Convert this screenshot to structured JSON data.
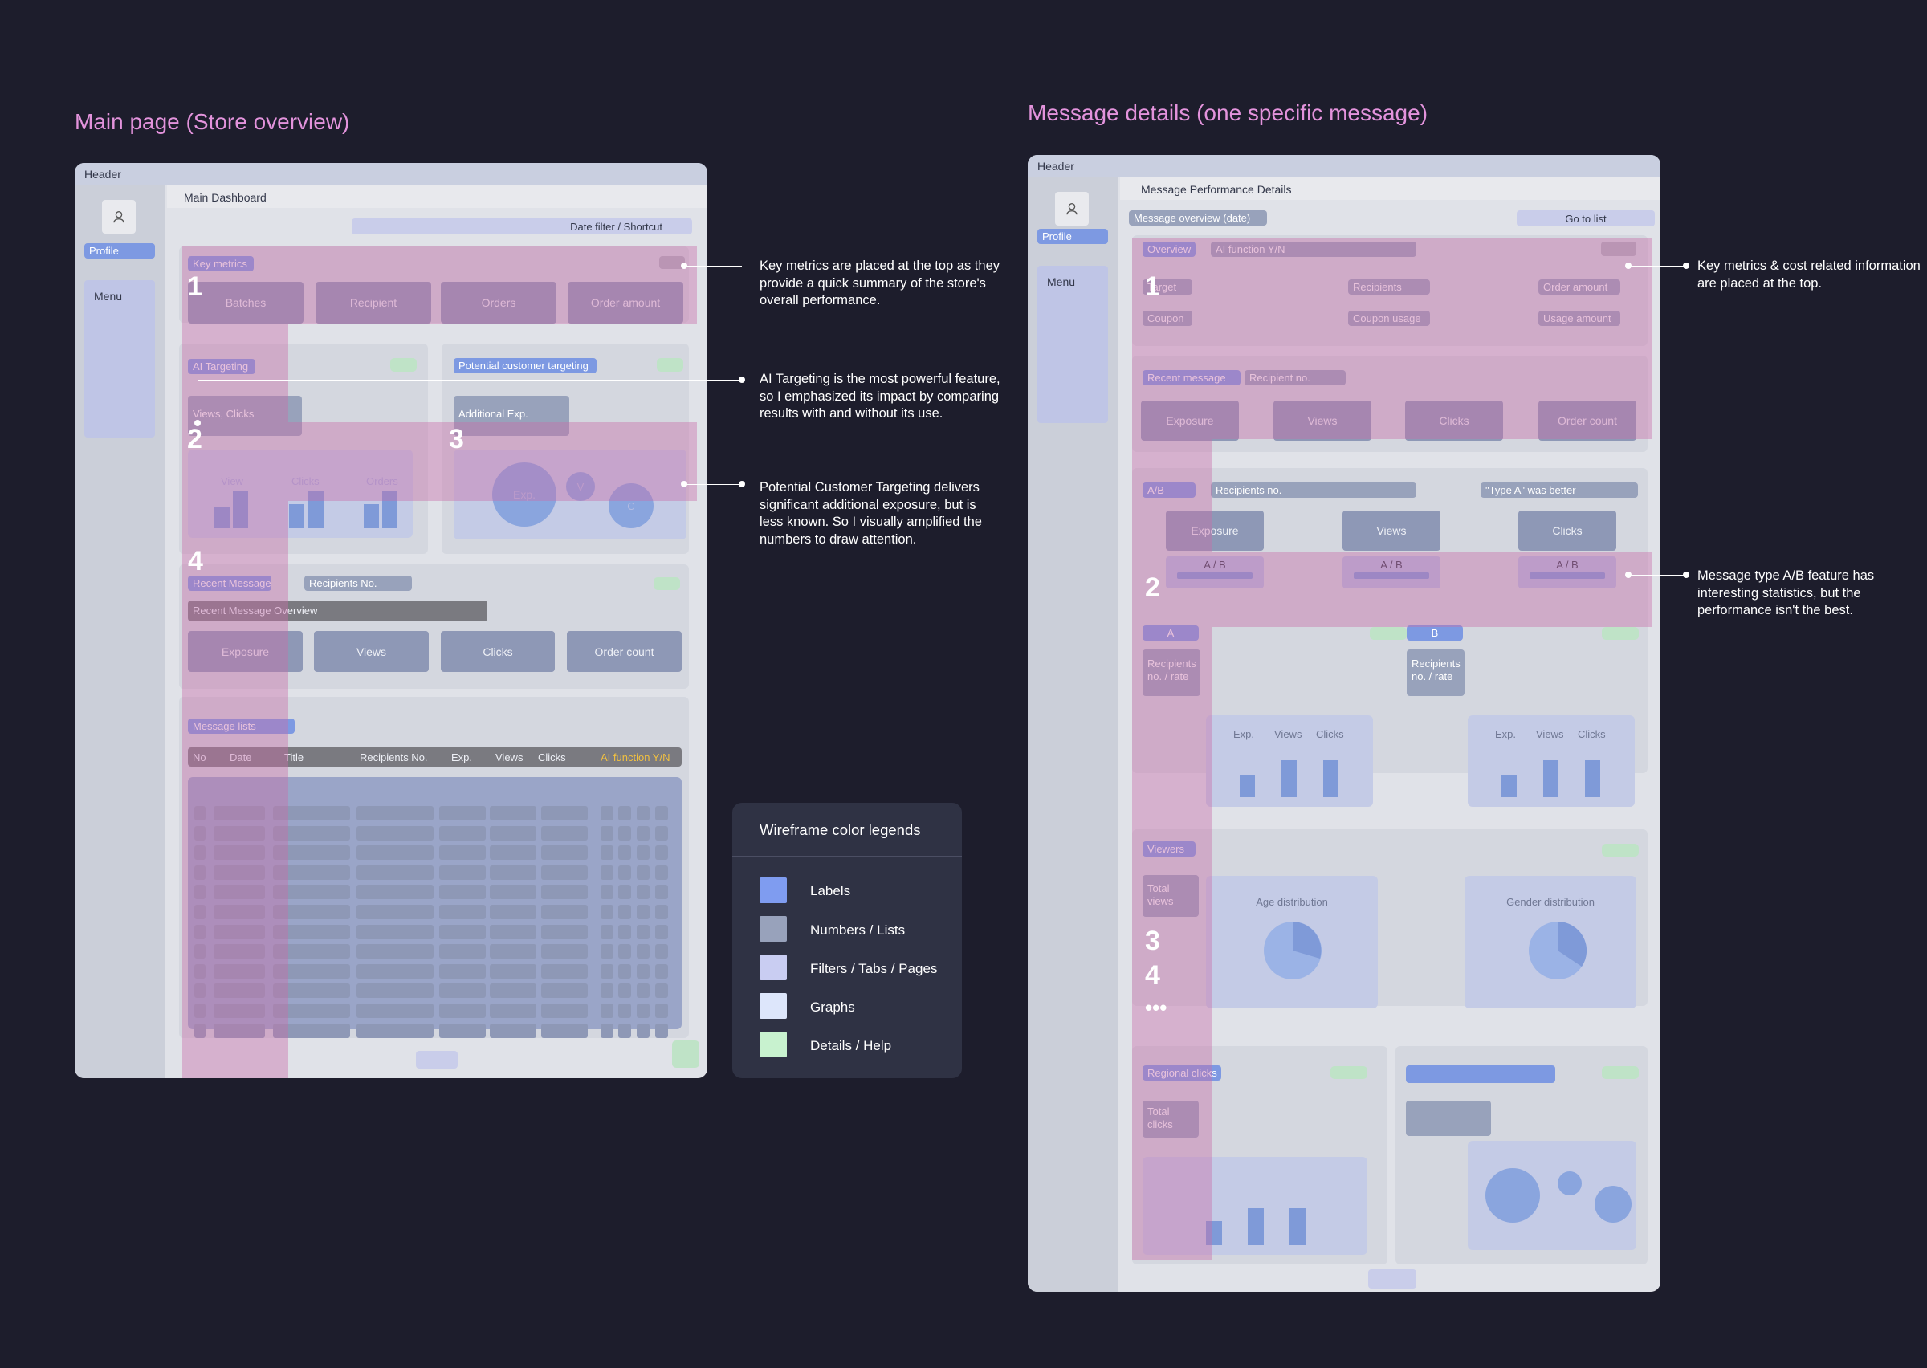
{
  "titles": {
    "main": "Main page (Store overview)",
    "detail": "Message details (one specific message)"
  },
  "main_page": {
    "header": "Header",
    "profile": "Profile",
    "menu": "Menu",
    "breadcrumb": "Main Dashboard",
    "date_filter": "Date filter / Shortcut",
    "key_metrics": {
      "label": "Key metrics",
      "items": [
        "Batches",
        "Recipient",
        "Orders",
        "Order amount"
      ]
    },
    "ai_targeting": {
      "label": "AI Targeting",
      "views_clicks": "Views, Clicks",
      "chart_labels": [
        "View",
        "Clicks",
        "Orders"
      ]
    },
    "potential": {
      "label": "Potential customer targeting",
      "additional": "Additional Exp.",
      "bubbles": [
        "Exp.",
        "V",
        "C"
      ]
    },
    "recent": {
      "label": "Recent Message",
      "recipients": "Recipients No.",
      "overview": "Recent Message Overview",
      "items": [
        "Exposure",
        "Views",
        "Clicks",
        "Order count"
      ]
    },
    "message_lists": {
      "label": "Message lists",
      "columns": [
        "No",
        "Date",
        "Title",
        "Recipients No.",
        "Exp.",
        "Views",
        "Clicks",
        "AI function Y/N"
      ]
    },
    "markers": [
      "1",
      "2",
      "3",
      "4"
    ]
  },
  "detail_page": {
    "header": "Header",
    "profile": "Profile",
    "menu": "Menu",
    "breadcrumb": "Message Performance Details",
    "overview_date": "Message overview (date)",
    "go_to_list": "Go to list",
    "overview": {
      "label": "Overview",
      "ai": "AI function Y/N",
      "items": [
        "Target",
        "Recipients",
        "Order amount",
        "Coupon",
        "Coupon usage",
        "Usage amount"
      ]
    },
    "recent": {
      "label": "Recent message",
      "recipient": "Recipient no.",
      "items": [
        "Exposure",
        "Views",
        "Clicks",
        "Order count"
      ]
    },
    "ab": {
      "label": "A/B",
      "recipients": "Recipients no.",
      "note": "\"Type A\" was better",
      "items": [
        "Exposure",
        "Views",
        "Clicks"
      ],
      "split": "A / B"
    },
    "a_b_cols": {
      "a": "A",
      "b": "B",
      "rate": "Recipients no. / rate",
      "chart_labels": [
        "Exp.",
        "Views",
        "Clicks"
      ]
    },
    "viewers": {
      "label": "Viewers",
      "total": "Total views",
      "age": "Age distribution",
      "gender": "Gender distribution"
    },
    "regional": {
      "label": "Regional clicks",
      "total": "Total clicks"
    },
    "markers": [
      "1",
      "2",
      "3",
      "4",
      "•••"
    ]
  },
  "annotations": {
    "key_metrics": "Key metrics are placed at the top as they provide a quick summary of the store's overall performance.",
    "ai_targeting": "AI Targeting is the most powerful feature, so I emphasized its impact by comparing results with and without its use.",
    "potential": "Potential Customer Targeting delivers significant additional exposure, but is less known. So I visually amplified the numbers to draw attention.",
    "detail_key": "Key metrics & cost related information are placed at the top.",
    "detail_ab": "Message type A/B feature has interesting statistics, but the performance isn't the best."
  },
  "legend": {
    "title": "Wireframe color legends",
    "items": [
      {
        "label": "Labels",
        "color": "#7f9cf0"
      },
      {
        "label": "Numbers / Lists",
        "color": "#98a2bb"
      },
      {
        "label": "Filters / Tabs / Pages",
        "color": "#c9cdf2"
      },
      {
        "label": "Graphs",
        "color": "#dde6fb"
      },
      {
        "label": "Details / Help",
        "color": "#c8f2cf"
      }
    ]
  }
}
